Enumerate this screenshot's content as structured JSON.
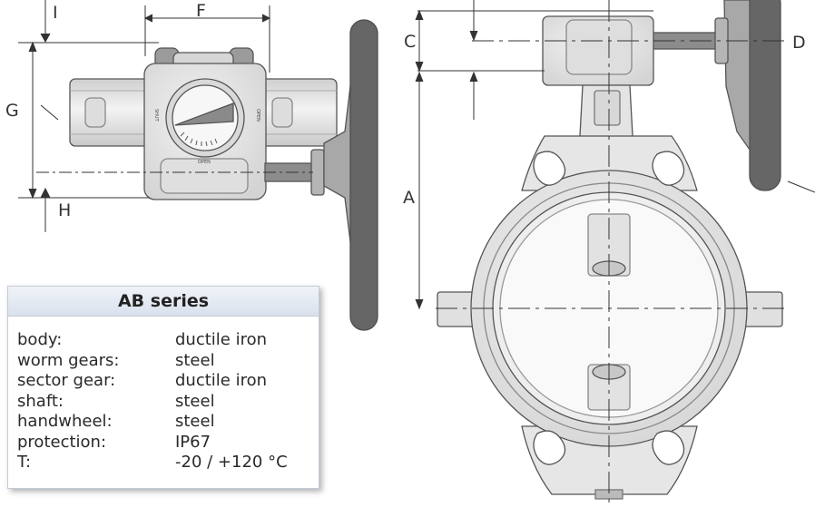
{
  "dimensions": {
    "a": "A",
    "c": "C",
    "d": "D",
    "f": "F",
    "g": "G",
    "h": "H",
    "i": "I"
  },
  "indicator": {
    "shut": "SHUT",
    "open": "OPEN"
  },
  "spec_table": {
    "title": "AB series",
    "rows": [
      {
        "key": "body:",
        "value": "ductile iron"
      },
      {
        "key": "worm gears:",
        "value": "steel"
      },
      {
        "key": "sector gear:",
        "value": "ductile iron"
      },
      {
        "key": "shaft:",
        "value": "steel"
      },
      {
        "key": "handwheel:",
        "value": "steel"
      },
      {
        "key": "protection:",
        "value": "IP67"
      },
      {
        "key": "T:",
        "value": "-20 / +120 °C"
      }
    ]
  },
  "colors": {
    "body_fill": "#e6e6e6",
    "outline": "#555555",
    "handwheel": "#666666",
    "dimension_line": "#333333",
    "table_header": "#dde4ef"
  }
}
